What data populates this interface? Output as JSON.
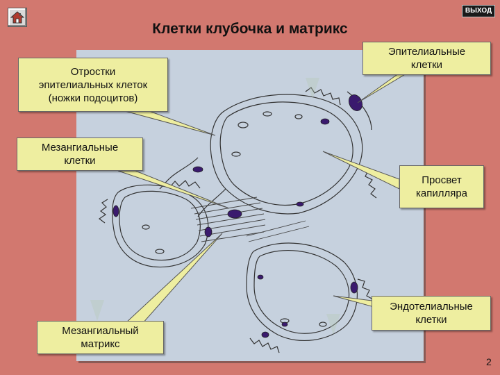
{
  "title": "Клетки клубочка и матрикс",
  "exit_button": "ВЫХОД",
  "home_icon": "house-icon",
  "slide_number": "2",
  "labels": {
    "podocyte_processes": "Отростки\nэпителиальных клеток\n(ножки подоцитов)",
    "epithelial_cells": "Эпителиальные\nклетки",
    "mesangial_cells": "Мезангиальные\nклетки",
    "capillary_lumen": "Просвет\nкапилляра",
    "endothelial_cells": "Эндотелиальные\nклетки",
    "mesangial_matrix": "Мезангиальный\nматрикс"
  },
  "colors": {
    "background": "#d2786f",
    "panel": "#c6d1de",
    "callout": "#eeeea0",
    "nucleus": "#3a1a6e",
    "outline": "#333333"
  }
}
